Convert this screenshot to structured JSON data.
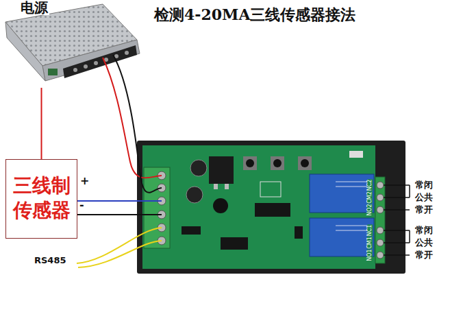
{
  "diagram": {
    "title": "检测4-20MA三线传感器接法",
    "nodes": [
      {
        "text": [
          "电源"
        ]
      },
      {
        "text": [
          "三线制传感器"
        ]
      }
    ],
    "edges": [
      {
        "from": 0,
        "to": 1,
        "arrow": "none"
      }
    ],
    "labels": [
      "+",
      "-",
      "RS485",
      "常闭",
      "公共",
      "常开",
      "常闭",
      "公共",
      "常开",
      "NC2",
      "CM2",
      "NO2",
      "NC1",
      "CM1",
      "NO1"
    ]
  }
}
